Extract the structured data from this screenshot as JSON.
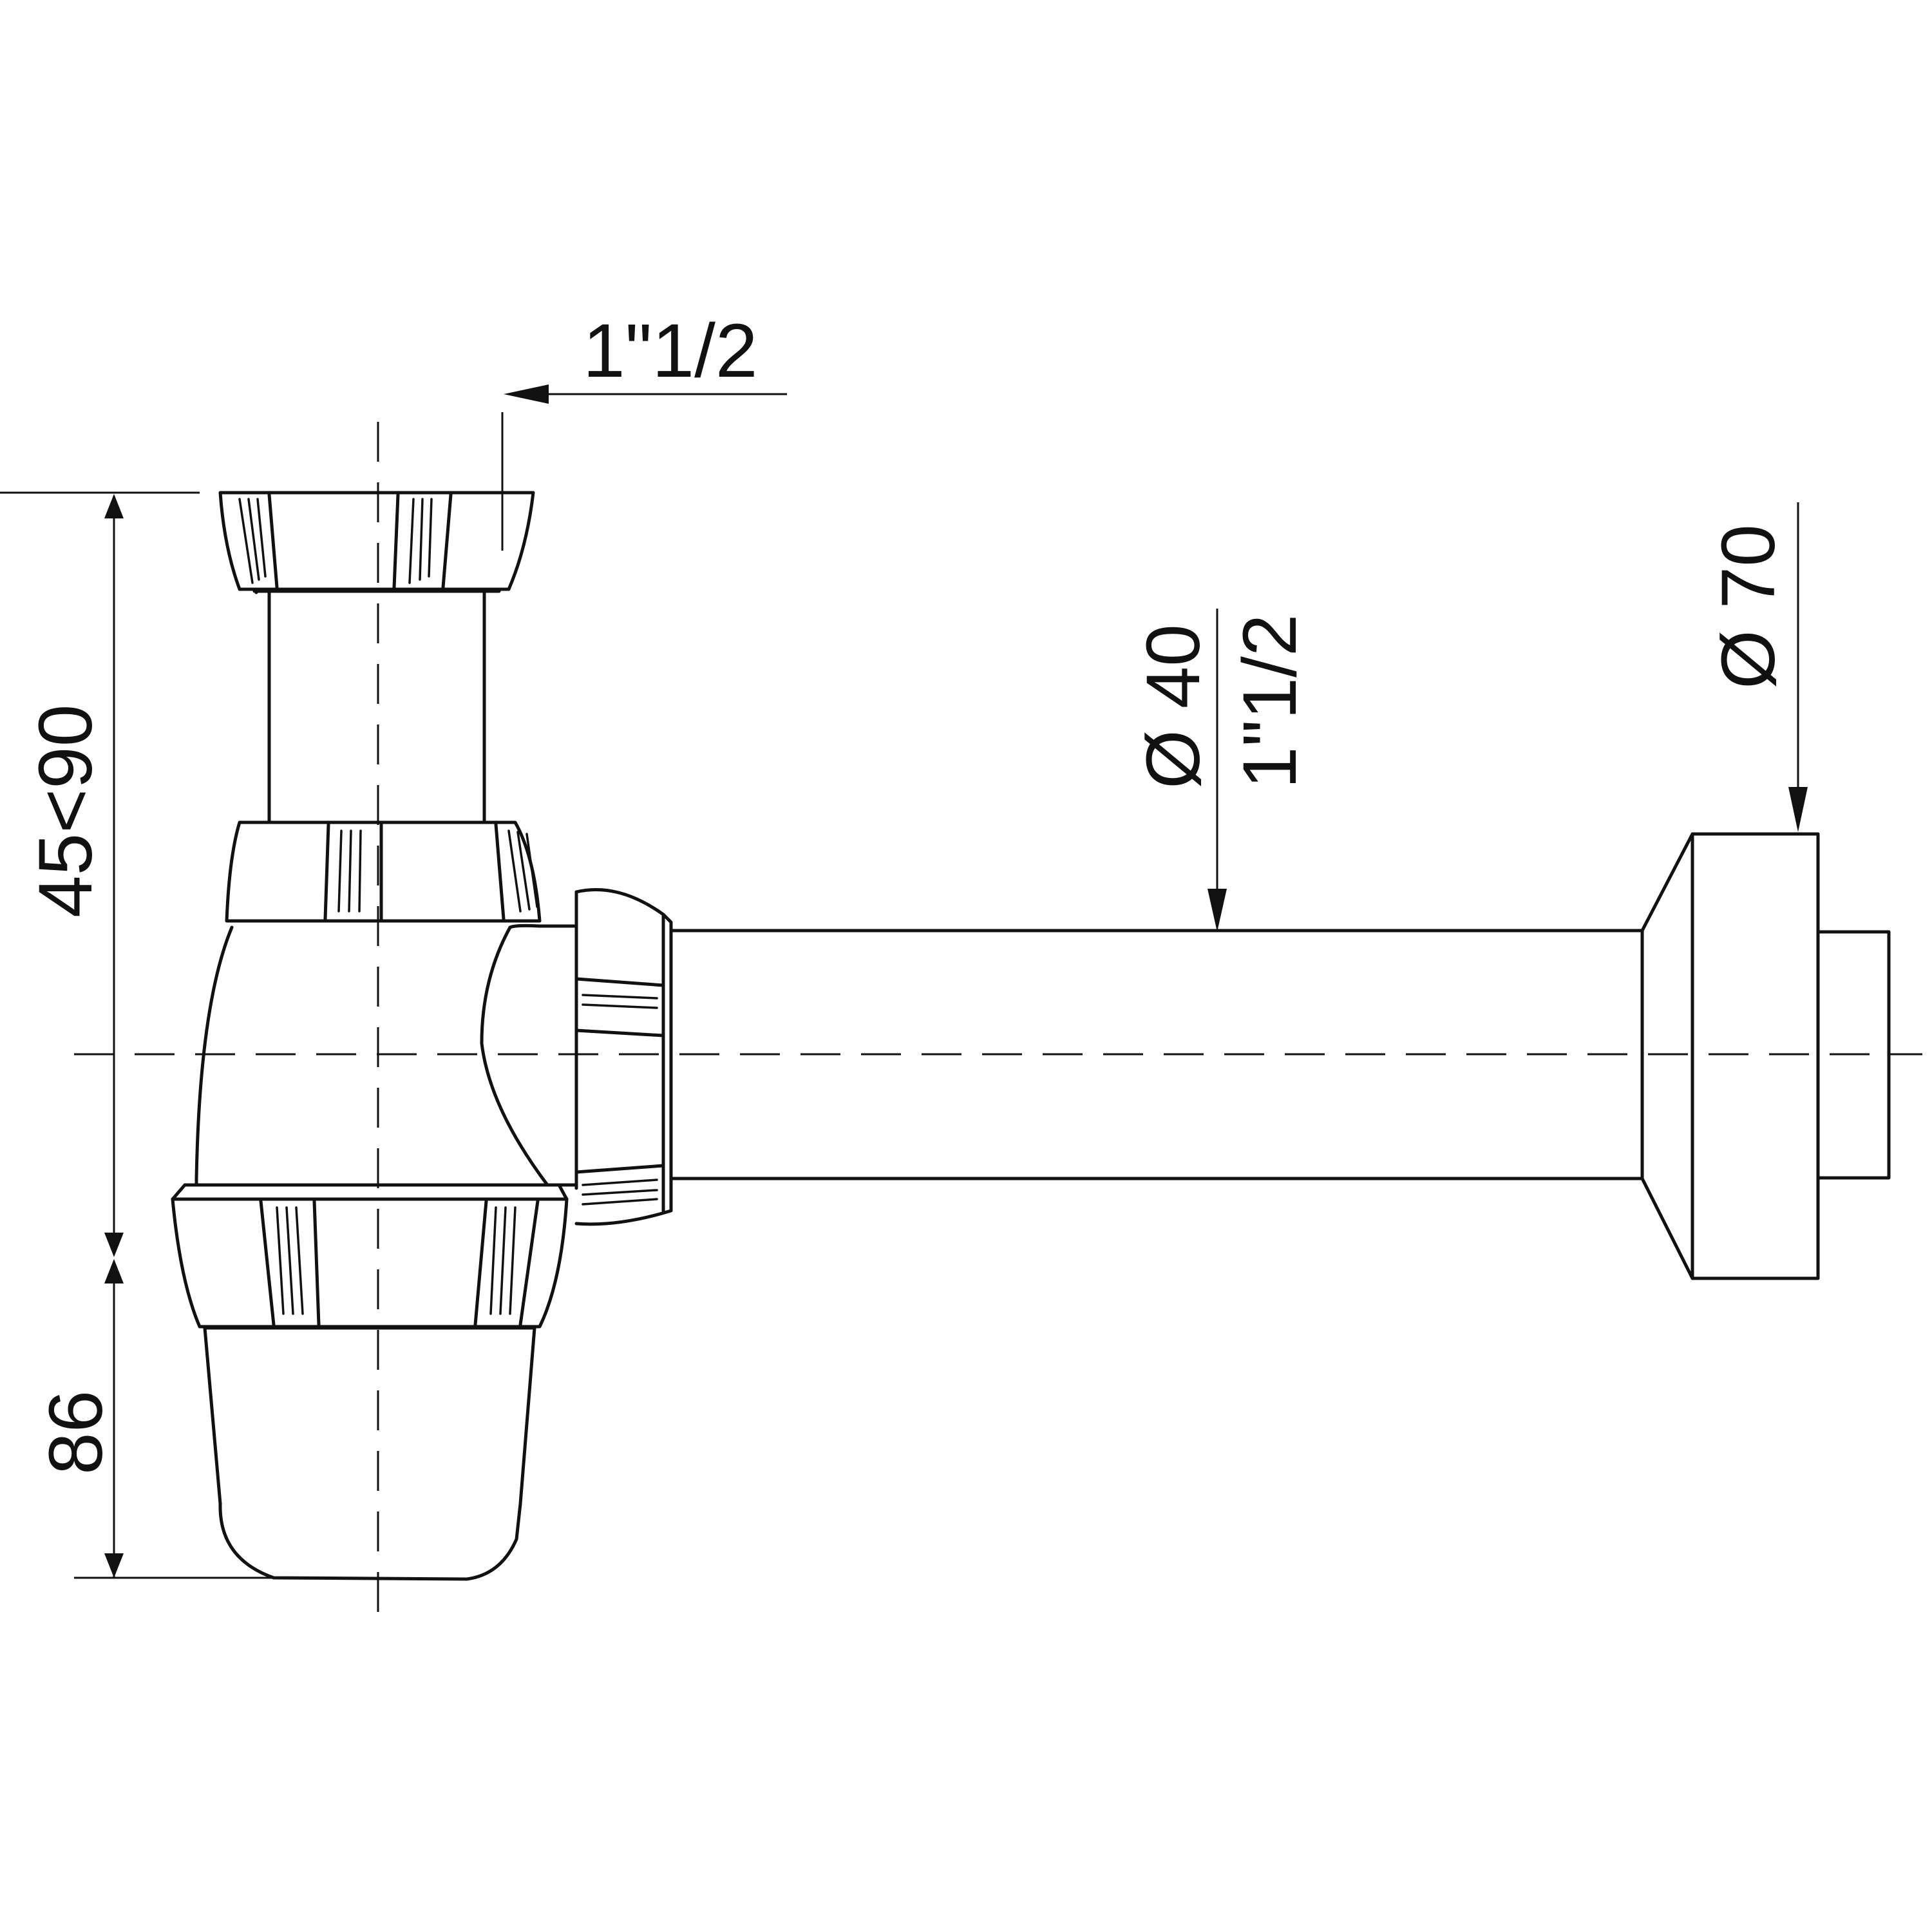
{
  "dimensions": {
    "inlet_thread": "1\"1/2",
    "height_range": "45<90",
    "trap_depth": "86",
    "pipe_diameter": "Ø 40",
    "pipe_thread": "1\"1/2",
    "rosette_diameter": "Ø 70"
  },
  "colors": {
    "line": "#111111",
    "background": "#ffffff"
  }
}
